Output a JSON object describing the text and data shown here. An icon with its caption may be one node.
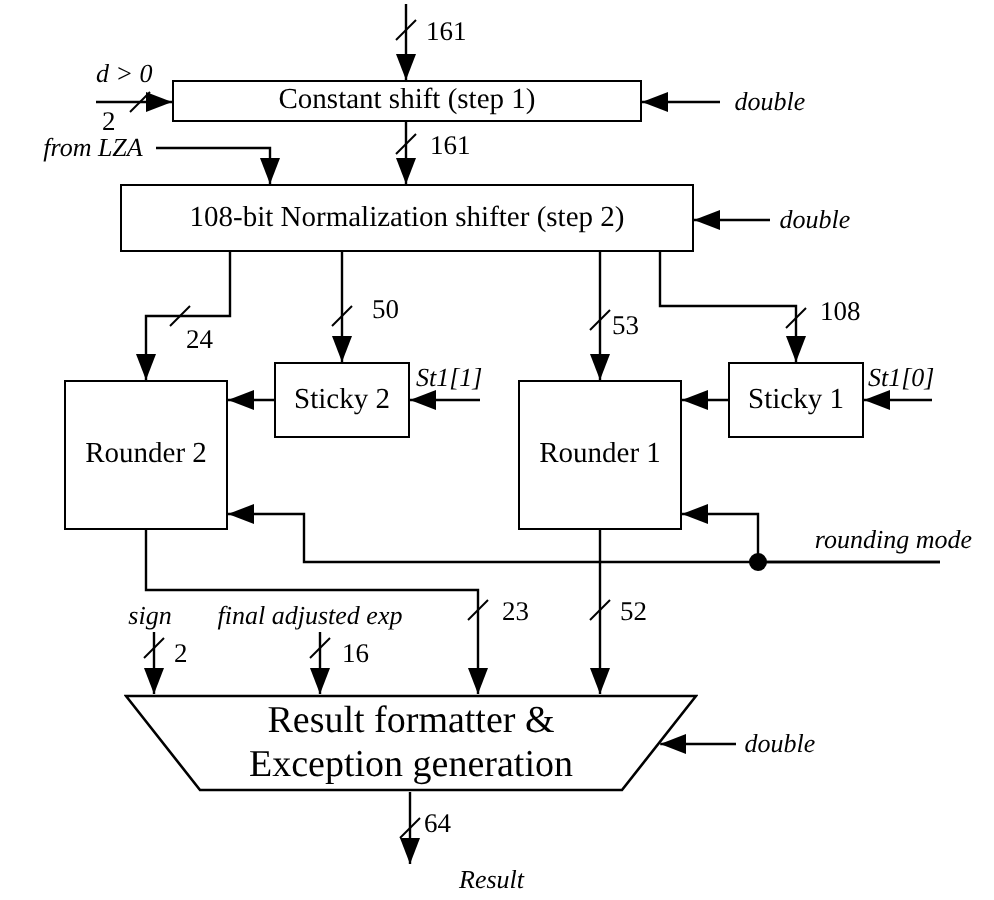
{
  "diagram": {
    "nodes": [
      {
        "text": [
          "Constant shift (step 1)"
        ]
      },
      {
        "text": [
          "d > 0"
        ]
      },
      {
        "text": [
          "double"
        ]
      },
      {
        "text": [
          "from LZA"
        ]
      },
      {
        "text": [
          "108-bit Normalization shifter (step 2)"
        ]
      },
      {
        "text": [
          "double"
        ]
      },
      {
        "text": [
          "Sticky 2"
        ]
      },
      {
        "text": [
          "St1[1]"
        ]
      },
      {
        "text": [
          "Sticky 1"
        ]
      },
      {
        "text": [
          "St1[0]"
        ]
      },
      {
        "text": [
          "Rounder 2"
        ]
      },
      {
        "text": [
          "Rounder 1"
        ]
      },
      {
        "text": [
          "rounding mode"
        ]
      },
      {
        "text": [
          "sign"
        ]
      },
      {
        "text": [
          "final adjusted exp"
        ]
      },
      {
        "text": [
          "Result formatter & Exception generation"
        ]
      },
      {
        "text": [
          "double"
        ]
      },
      {
        "text": [
          "Result"
        ]
      }
    ],
    "edges": [
      {
        "from": null,
        "to": 0,
        "arrow": "to",
        "label": "161"
      },
      {
        "from": 1,
        "to": 0,
        "arrow": "to",
        "label": "2"
      },
      {
        "from": 2,
        "to": 0,
        "arrow": "to"
      },
      {
        "from": 0,
        "to": 4,
        "arrow": "to",
        "label": "161"
      },
      {
        "from": 3,
        "to": 4,
        "arrow": "to"
      },
      {
        "from": 5,
        "to": 4,
        "arrow": "to"
      },
      {
        "from": 4,
        "to": 10,
        "arrow": "to",
        "label": "24"
      },
      {
        "from": 4,
        "to": 6,
        "arrow": "to",
        "label": "50"
      },
      {
        "from": 4,
        "to": 11,
        "arrow": "to",
        "label": "53"
      },
      {
        "from": 4,
        "to": 8,
        "arrow": "to",
        "label": "108"
      },
      {
        "from": 6,
        "to": 10,
        "arrow": "to"
      },
      {
        "from": 7,
        "to": 6,
        "arrow": "to"
      },
      {
        "from": 8,
        "to": 11,
        "arrow": "to"
      },
      {
        "from": 9,
        "to": 8,
        "arrow": "to"
      },
      {
        "from": 12,
        "to": 11,
        "arrow": "to"
      },
      {
        "from": 12,
        "to": 10,
        "arrow": "to"
      },
      {
        "from": 10,
        "to": 15,
        "arrow": "to",
        "label": "23"
      },
      {
        "from": 11,
        "to": 15,
        "arrow": "to",
        "label": "52"
      },
      {
        "from": 13,
        "to": 15,
        "arrow": "to",
        "label": "2"
      },
      {
        "from": 14,
        "to": 15,
        "arrow": "to",
        "label": "16"
      },
      {
        "from": 16,
        "to": 15,
        "arrow": "to"
      },
      {
        "from": 15,
        "to": 17,
        "arrow": "to",
        "label": "64"
      }
    ]
  }
}
